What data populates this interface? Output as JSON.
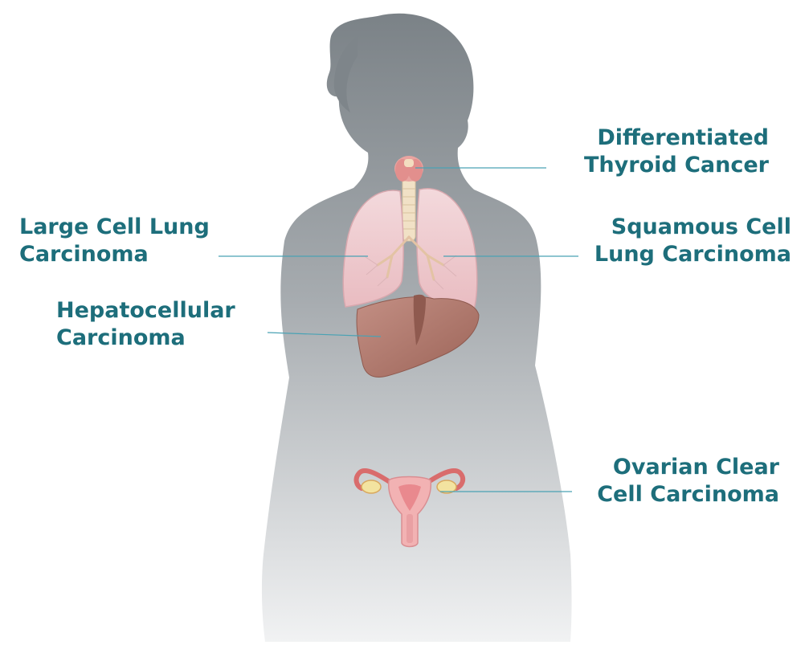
{
  "labels": {
    "thyroid": [
      "Differentiated",
      "Thyroid Cancer"
    ],
    "large_cell": [
      "Large Cell Lung",
      "Carcinoma"
    ],
    "squamous": [
      "Squamous Cell",
      "Lung Carcinoma"
    ],
    "hepatocellular": [
      "Hepatocellular",
      "Carcinoma"
    ],
    "ovarian": [
      "Ovarian Clear",
      "Cell Carcinoma"
    ]
  },
  "colors": {
    "label_text": "#1d6e7b",
    "leader_line": "#4aa2b4",
    "silhouette_top": "#7b8287",
    "silhouette_bottom": "#f1f2f3",
    "lung": "#f0cfd2",
    "liver": "#b57c70",
    "thyroid": "#e9a4a0",
    "uterus": "#f2b2b3"
  }
}
